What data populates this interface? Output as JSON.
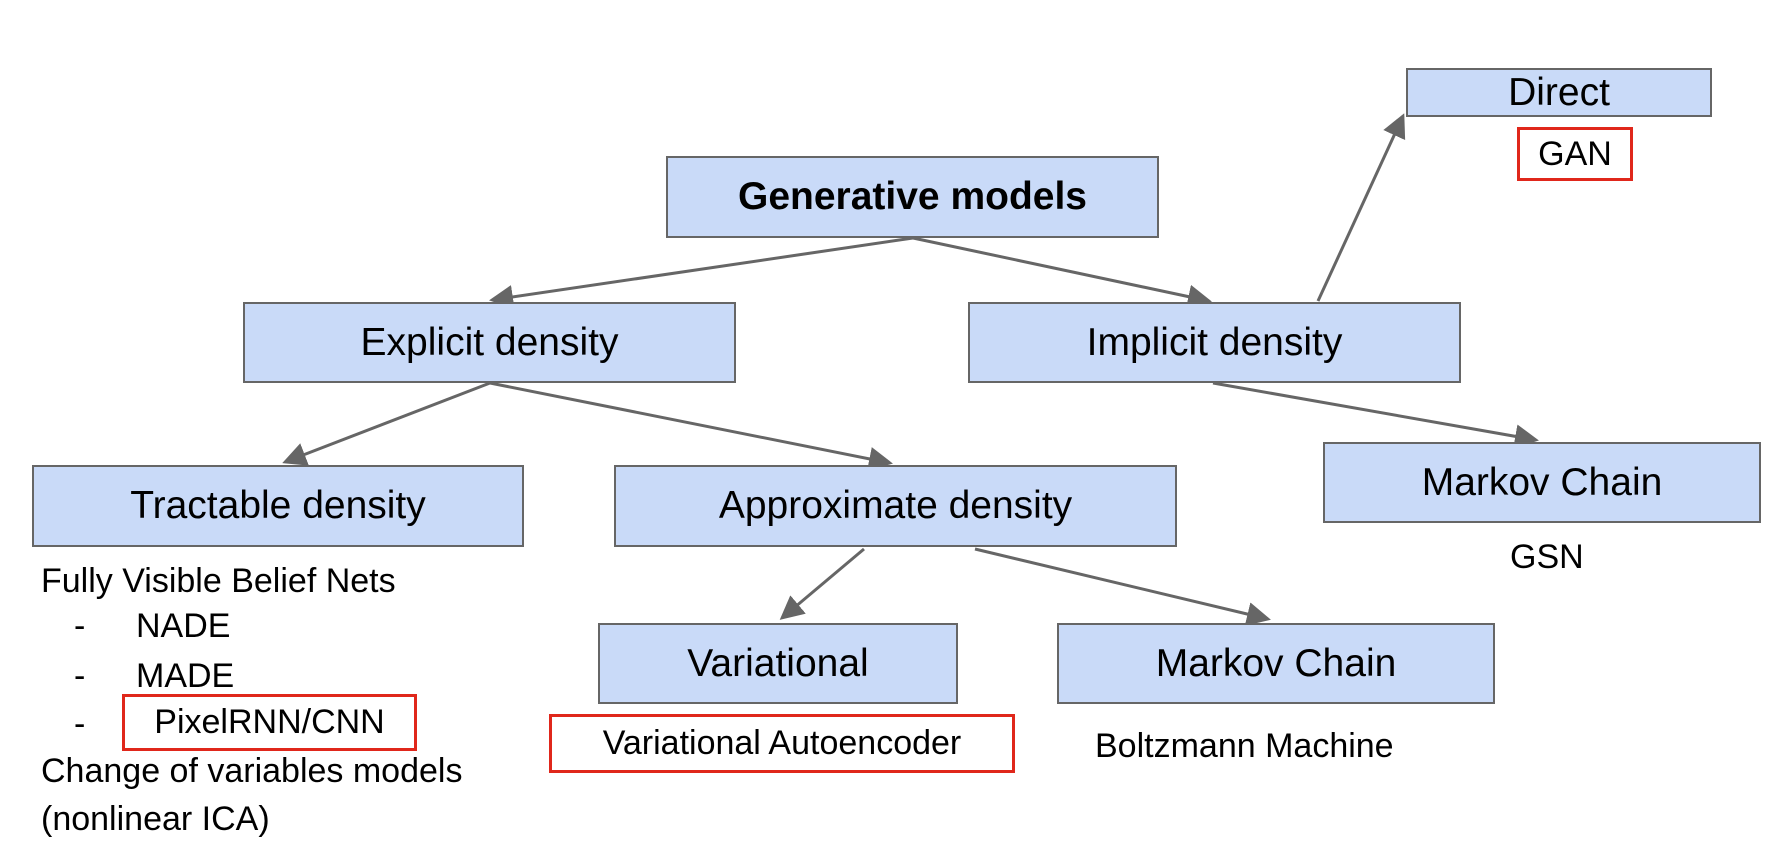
{
  "nodes": {
    "root": "Generative models",
    "explicit": "Explicit density",
    "implicit": "Implicit density",
    "direct": "Direct",
    "tractable": "Tractable density",
    "approximate": "Approximate density",
    "markov_implicit": "Markov Chain",
    "variational": "Variational",
    "markov_approx": "Markov Chain"
  },
  "examples": {
    "gan": "GAN",
    "gsn": "GSN",
    "vae": "Variational Autoencoder",
    "boltzmann": "Boltzmann Machine",
    "fvbn": "Fully Visible Belief Nets",
    "fvbn_items": [
      "NADE",
      "MADE",
      "PixelRNN/CNN"
    ],
    "bullet": "-",
    "change_vars": "Change of variables models",
    "nonlinear_ica": "(nonlinear ICA)"
  },
  "colors": {
    "box_fill": "#c9daf8",
    "box_border": "#666666",
    "highlight": "#e0271b",
    "arrow": "#666666"
  }
}
